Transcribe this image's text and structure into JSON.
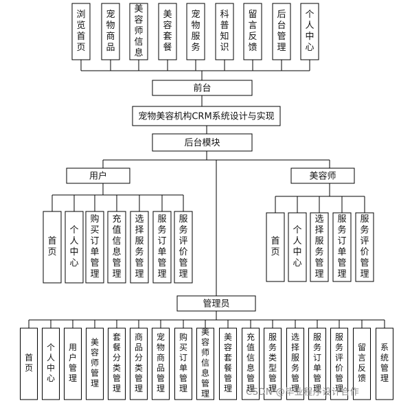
{
  "diagram": {
    "frontend_pages": [
      "浏览首页",
      "宠物商品",
      "美容师信息",
      "美容套餐",
      "宠物服务",
      "科普知识",
      "留言反馈",
      "后台管理",
      "个人中心"
    ],
    "frontend_label": "前台",
    "system_title": "宠物美容机构CRM系统设计与实现",
    "backend_label": "后台模块",
    "user_role": {
      "label": "用户",
      "items": [
        "首页",
        "个人中心",
        "购买订单管理",
        "充值信息管理",
        "选择服务管理",
        "服务订单管理",
        "服务评价管理"
      ]
    },
    "beautician_role": {
      "label": "美容师",
      "items": [
        "首页",
        "个人中心",
        "选择服务管理",
        "服务订单管理",
        "服务评价管理"
      ]
    },
    "admin_role": {
      "label": "管理员",
      "items": [
        "首页",
        "个人中心",
        "用户管理",
        "美容师管理",
        "套餐分类管理",
        "商品分类管理",
        "宠物商品管理",
        "购买订单管理",
        "美容师信息管理",
        "美容套餐管理",
        "充值信息管理",
        "服务类型管理",
        "选择服务管理",
        "服务订单管理",
        "服务评价管理",
        "留言反馈",
        "系统管理"
      ]
    }
  },
  "watermark": "CSDN @毕业程序设计合作"
}
